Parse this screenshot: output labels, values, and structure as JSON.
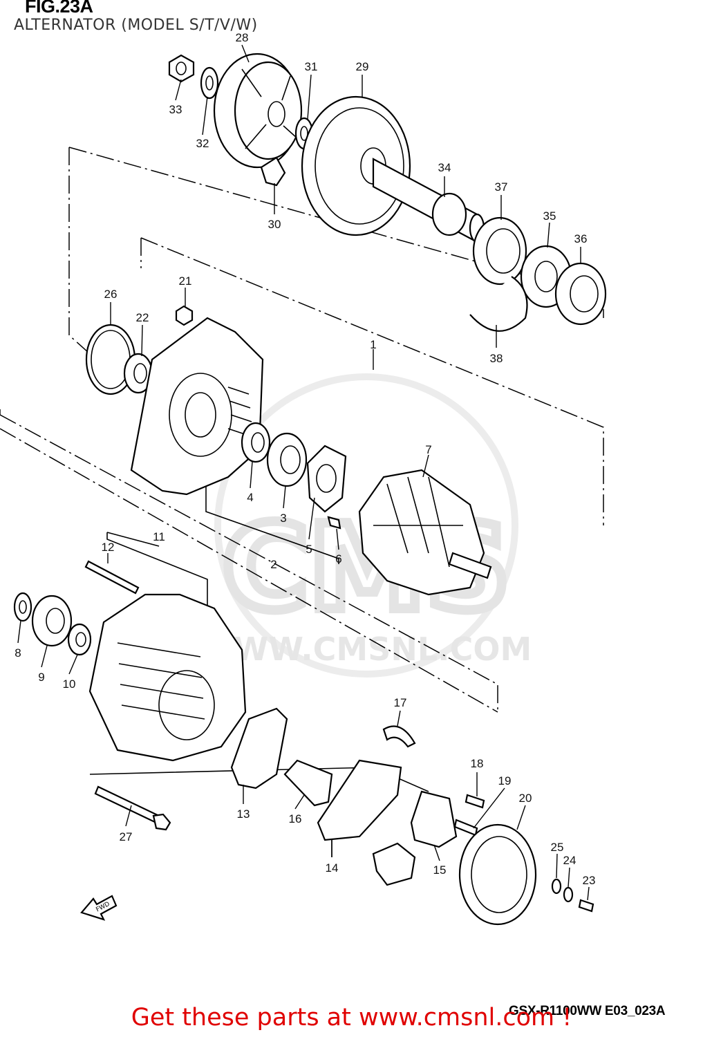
{
  "figure": {
    "title": "FIG.23A",
    "subtitle": "ALTERNATOR (MODEL S/T/V/W)",
    "model_code": "GSX-R1100WW  E03_023A",
    "watermark": "WWW.CMSNL.COM",
    "watermark_logo": "CMS",
    "fwd_label": "FWD"
  },
  "footer": {
    "cta": "Get these parts at www.cmsnl.com !"
  },
  "callouts": [
    {
      "id": "1",
      "label": "1"
    },
    {
      "id": "2",
      "label": "2"
    },
    {
      "id": "3",
      "label": "3"
    },
    {
      "id": "4",
      "label": "4"
    },
    {
      "id": "5",
      "label": "5"
    },
    {
      "id": "6",
      "label": "6"
    },
    {
      "id": "7",
      "label": "7"
    },
    {
      "id": "8",
      "label": "8"
    },
    {
      "id": "9",
      "label": "9"
    },
    {
      "id": "10",
      "label": "10"
    },
    {
      "id": "11",
      "label": "11"
    },
    {
      "id": "12",
      "label": "12"
    },
    {
      "id": "13",
      "label": "13"
    },
    {
      "id": "14",
      "label": "14"
    },
    {
      "id": "15",
      "label": "15"
    },
    {
      "id": "16",
      "label": "16"
    },
    {
      "id": "17",
      "label": "17"
    },
    {
      "id": "18",
      "label": "18"
    },
    {
      "id": "19",
      "label": "19"
    },
    {
      "id": "20",
      "label": "20"
    },
    {
      "id": "21",
      "label": "21"
    },
    {
      "id": "22",
      "label": "22"
    },
    {
      "id": "23",
      "label": "23"
    },
    {
      "id": "24",
      "label": "24"
    },
    {
      "id": "25",
      "label": "25"
    },
    {
      "id": "26",
      "label": "26"
    },
    {
      "id": "27",
      "label": "27"
    },
    {
      "id": "28",
      "label": "28"
    },
    {
      "id": "29",
      "label": "29"
    },
    {
      "id": "30",
      "label": "30"
    },
    {
      "id": "31",
      "label": "31"
    },
    {
      "id": "32",
      "label": "32"
    },
    {
      "id": "33",
      "label": "33"
    },
    {
      "id": "34",
      "label": "34"
    },
    {
      "id": "35",
      "label": "35"
    },
    {
      "id": "36",
      "label": "36"
    },
    {
      "id": "37",
      "label": "37"
    },
    {
      "id": "38",
      "label": "38"
    }
  ]
}
